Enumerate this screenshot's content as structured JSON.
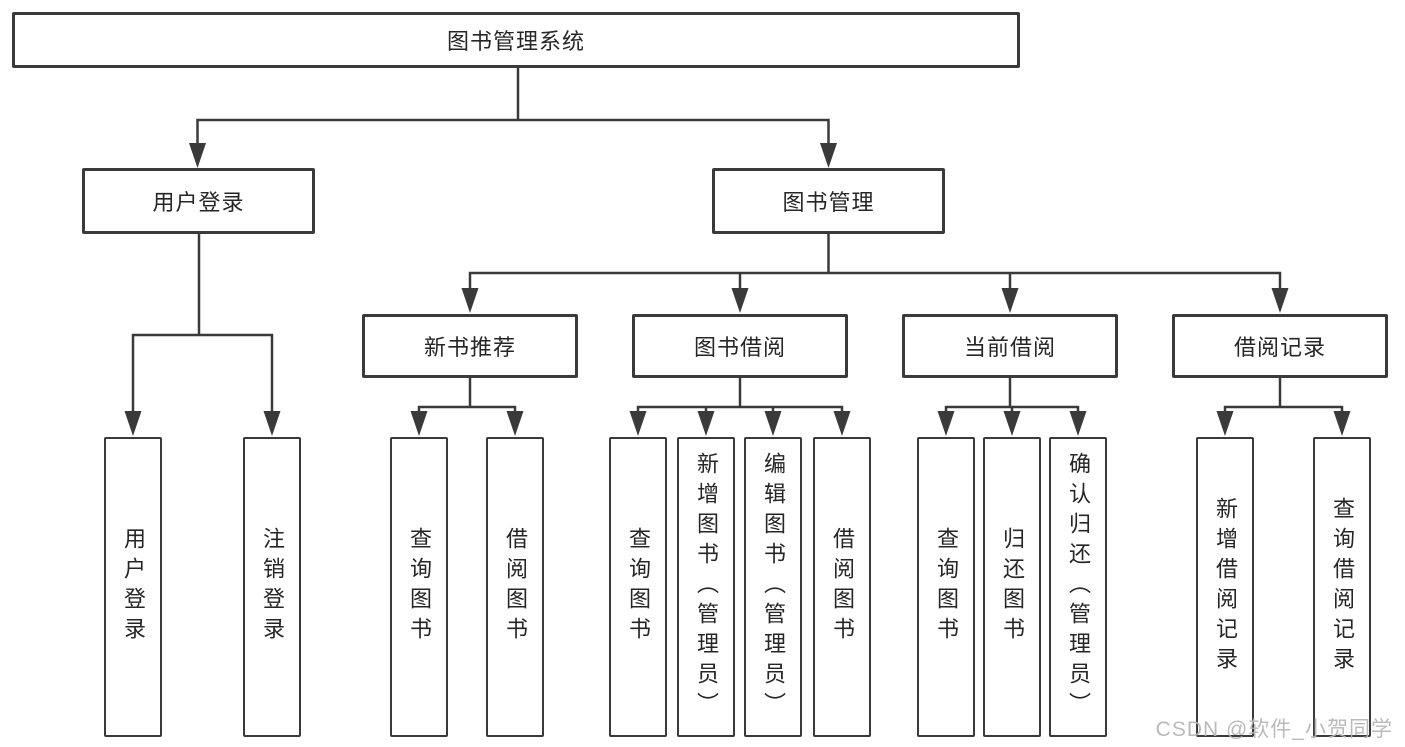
{
  "nodes": {
    "root": "图书管理系统",
    "userLogin": "用户登录",
    "bookManagement": "图书管理",
    "leafUserLogin": "用户登录",
    "leafLogout": "注销登录",
    "newBookRecommend": "新书推荐",
    "bookBorrow": "图书借阅",
    "currentBorrow": "当前借阅",
    "borrowRecord": "借阅记录",
    "nbQueryBook": "查询图书",
    "nbBorrowBook": "借阅图书",
    "bbQueryBook": "查询图书",
    "bbAddBookAdmin": "新增图书（管理员）",
    "bbEditBookAdmin": "编辑图书（管理员）",
    "bbBorrowBook": "借阅图书",
    "cbQueryBook": "查询图书",
    "cbReturnBook": "归还图书",
    "cbConfirmReturnAdmin": "确认归还（管理员）",
    "brAddRecord": "新增借阅记录",
    "brQueryRecord": "查询借阅记录"
  },
  "watermark": {
    "text": "CSDN @软件_小贺同学"
  },
  "colors": {
    "line": "#3a3a3a",
    "border": "#3a3a3a",
    "text": "#262626",
    "watermark": "#b5b5b5",
    "background": "#ffffff"
  }
}
